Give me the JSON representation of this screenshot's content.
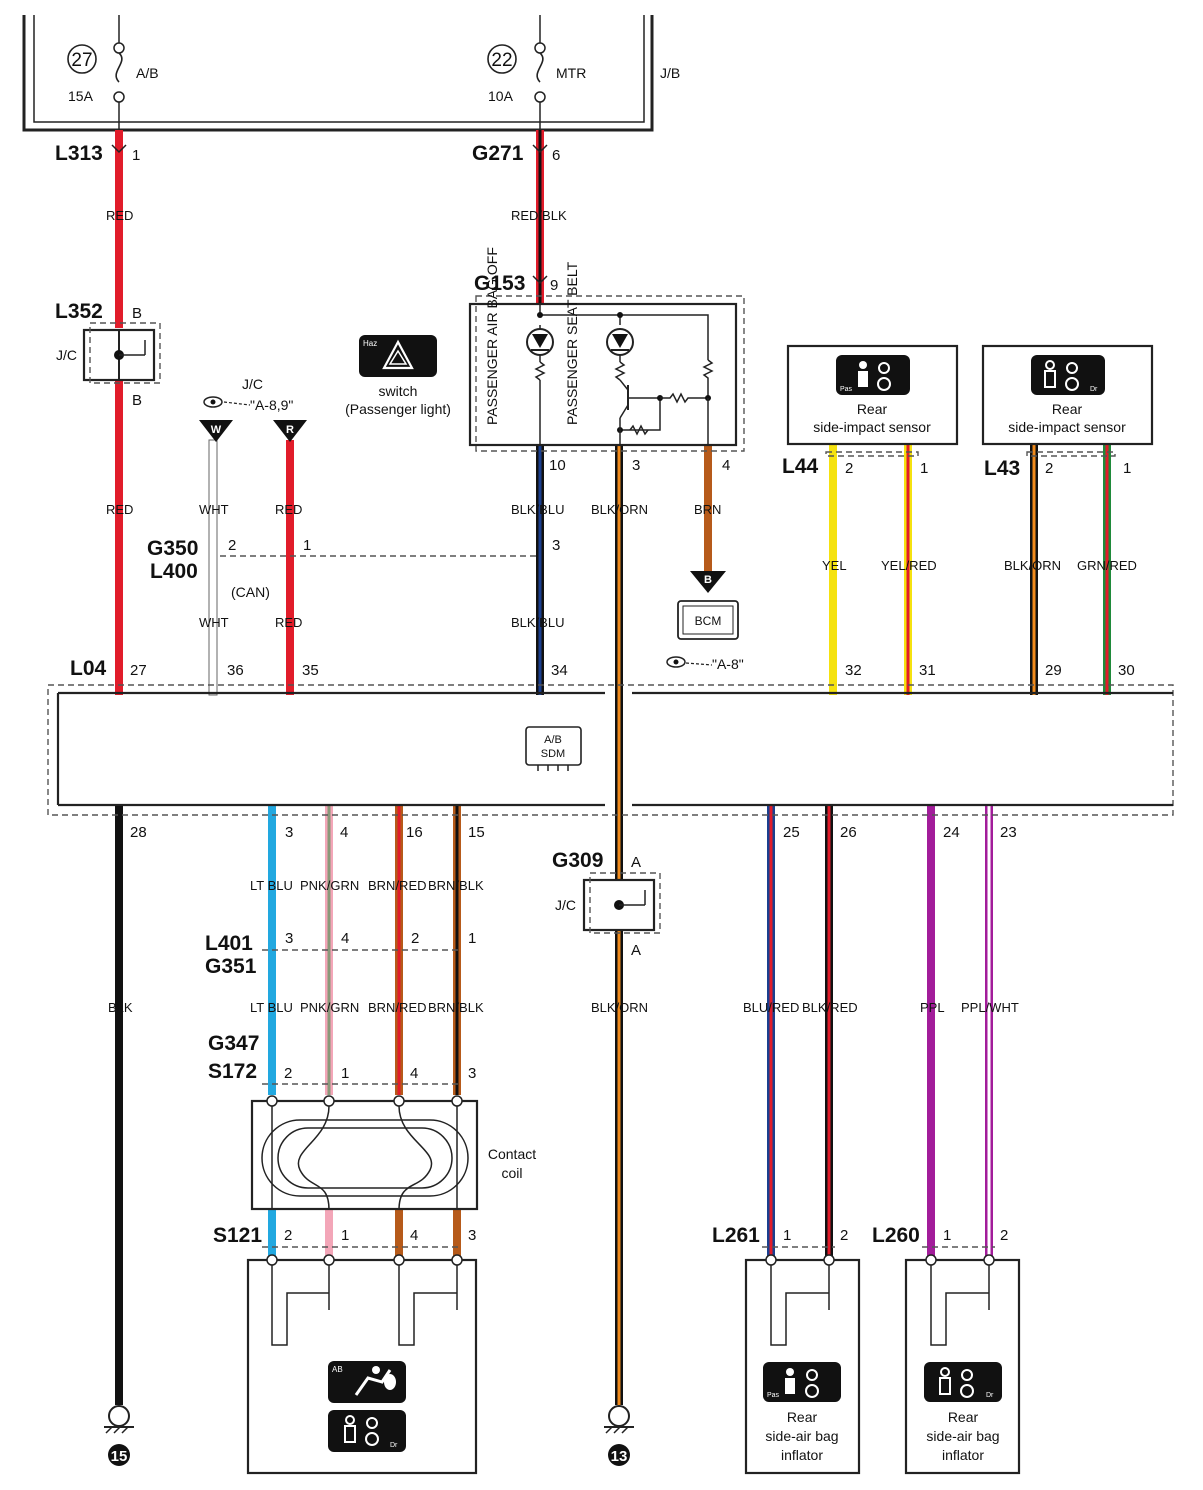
{
  "fuses": [
    {
      "num": "27",
      "name": "A/B",
      "rating": "15A"
    },
    {
      "num": "22",
      "name": "MTR",
      "rating": "10A"
    }
  ],
  "jb_label": "J/B",
  "jc_label": "J/C",
  "connectors": {
    "L313": "L313",
    "G271": "G271",
    "G153": "G153",
    "L352": "L352",
    "G350": "G350",
    "L400": "L400",
    "L04": "L04",
    "L44": "L44",
    "L43": "L43",
    "G309": "G309",
    "L401": "L401",
    "G351": "G351",
    "G347": "G347",
    "S172": "S172",
    "S121": "S121",
    "L261": "L261",
    "L260": "L260"
  },
  "wires": {
    "red": "RED",
    "red_blk": "RED/BLK",
    "wht": "WHT",
    "blk_blu": "BLK/BLU",
    "blk_orn": "BLK/ORN",
    "brn": "BRN",
    "yel": "YEL",
    "yel_red": "YEL/RED",
    "grn_red": "GRN/RED",
    "lt_blu": "LT BLU",
    "pnk_grn": "PNK/GRN",
    "brn_red": "BRN/RED",
    "brn_blk": "BRN/BLK",
    "blk": "BLK",
    "blu_red": "BLU/RED",
    "blk_red": "BLK/RED",
    "ppl": "PPL",
    "ppl_wht": "PPL/WHT"
  },
  "switch": {
    "icon_label": "Haz",
    "name": "switch",
    "sub": "(Passenger light)",
    "text1": "PASSENGER AIR BAG OFF",
    "text2": "PASSENGER SEAT BELT"
  },
  "refs": {
    "jc_ref": "\"A-8,9\"",
    "bcm_ref": "\"A-8\""
  },
  "sensors": {
    "line1": "Rear",
    "line2": "side-impact sensor"
  },
  "inflator": {
    "line1": "Rear",
    "line2": "side-air bag",
    "line3": "inflator"
  },
  "can": "(CAN)",
  "bcm": "BCM",
  "sdm": {
    "line1": "A/B",
    "line2": "SDM"
  },
  "contact_coil": {
    "line1": "Contact",
    "line2": "coil"
  },
  "badges": {
    "w": "W",
    "r": "R",
    "b": "B"
  },
  "icons": {
    "pas": "Pas",
    "dr": "Dr",
    "ab": "AB"
  },
  "grounds": [
    "15",
    "13"
  ],
  "pins": {
    "p1": "1",
    "p2": "2",
    "p3": "3",
    "p4": "4",
    "p6": "6",
    "p9": "9",
    "p10": "10",
    "p15": "15",
    "p16": "16",
    "p23": "23",
    "p24": "24",
    "p25": "25",
    "p26": "26",
    "p27": "27",
    "p28": "28",
    "p29": "29",
    "p30": "30",
    "p31": "31",
    "p32": "32",
    "p34": "34",
    "p35": "35",
    "p36": "36",
    "pA": "A",
    "pB": "B"
  },
  "colors": {
    "red": "#e11c2a",
    "black": "#111111",
    "blue": "#1a3f8f",
    "ltblue": "#22a8e0",
    "brown": "#b65a1a",
    "orange": "#f08a1c",
    "yellow": "#f5e20f",
    "green": "#1f8a3a",
    "pink": "#f3a6b8",
    "purple": "#a21c9a",
    "white": "#ffffff"
  }
}
